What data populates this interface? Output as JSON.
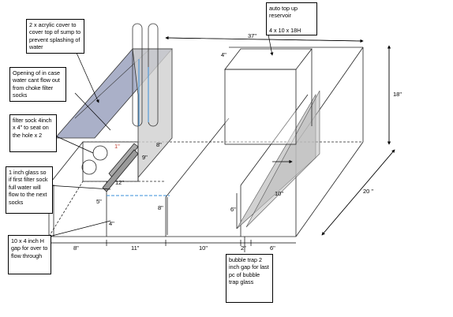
{
  "notes": {
    "acrylic_cover": "2 x acrylic cover to cover top of sump to prevent splashing of water",
    "opening": "Opening of in case water cant flow out from choke filter socks",
    "filter_sock": "filter sock 4inch x 4\" to seat on the hole x 2",
    "glass": "1 inch glass so if first filter sock full water will flow to the next socks",
    "gap": "10 x 4 inch H gap for over to flow through",
    "reservoir": "auto top up reservoir\n\n4 x 10 x 18H",
    "bubble_trap": "bubble trap 2 inch gap for last pc of bubble trap glass"
  },
  "dims": {
    "total_length": "37\"",
    "reservoir_width": "4\"",
    "height": "18\"",
    "depth": "20 \"",
    "sec1_length": "8\"",
    "sec2_length": "11\"",
    "sec3_length": "10\"",
    "gap_2": "2\"",
    "sec5_length": "6\"",
    "wall_9": "9\"",
    "wall_8a": "8\"",
    "sock_1": "1\"",
    "sock_8": "8\"",
    "sock_9": "9\"",
    "glass_12": "12\"",
    "glass_5": "5\"",
    "gap_4": "4\"",
    "baffle_8": "8\"",
    "bubble_6": "6\"",
    "bubble_10": "10\""
  },
  "colors": {
    "cover": "#8e95b5",
    "glass": "#bdbdbd",
    "flow": "#3a8fd8"
  }
}
